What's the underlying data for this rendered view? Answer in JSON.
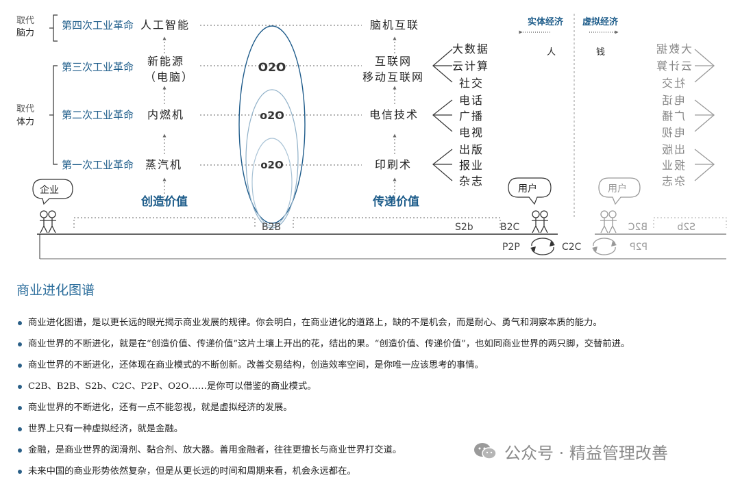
{
  "labels": {
    "brain": [
      "取代",
      "脑力"
    ],
    "physical": [
      "取代",
      "体力"
    ],
    "rev4": "第四次工业革命",
    "rev3": "第三次工业革命",
    "rev2": "第二次工业革命",
    "rev1": "第一次工业革命",
    "tech4": "人工智能",
    "tech3a": "新能源",
    "tech3b": "（电脑）",
    "tech2": "内燃机",
    "tech1": "蒸汽机",
    "comm4": "脑机互联",
    "comm3a": "互联网",
    "comm3b": "移动互联网",
    "comm2": "电信技术",
    "comm1": "印刷术",
    "media3": [
      "大数据",
      "云计算",
      "社交"
    ],
    "media2": [
      "电话",
      "广播",
      "电视"
    ],
    "media1": [
      "出版",
      "报业",
      "杂志"
    ],
    "o2o_big": "O2O",
    "o2o_mid": "o2O",
    "o2o_small": "o2O",
    "create_value": "创造价值",
    "deliver_value": "传递价值",
    "enterprise": "企业",
    "user": "用户",
    "user_mirror": "用户",
    "b2b": "B2B",
    "s2b": "S2b",
    "b2c": "B2C",
    "p2p": "P2P",
    "c2c": "C2C",
    "real_economy": "实体经济",
    "virtual_economy": "虚拟经济",
    "person": "人",
    "money": "钱",
    "b2c_mirror": "B2C",
    "s2b_mirror": "S2b",
    "p2p_mirror": "P2P"
  },
  "colors": {
    "accent": "#1d5c8a",
    "bullet": "#2a5f87"
  },
  "section_title": "商业进化图谱",
  "bullets": [
    "商业进化图谱，是以更长远的眼光揭示商业发展的规律。你会明白，在商业进化的道路上，缺的不是机会，而是耐心、勇气和洞察本质的能力。",
    "商业世界的不断进化，就是在“创造价值、传递价值”这片土壤上开出的花，结出的果。“创造价值、传递价值”，也如同商业世界的两只脚，交替前进。",
    "商业世界的不断进化，还体现在商业模式的不断创新。改善交易结构，创造效率空间，是你唯一应该思考的事情。",
    "C2B、B2B、S2b、C2C、P2P、O2O……是你可以借鉴的商业模式。",
    "商业世界的不断进化，还有一点不能忽视，就是虚拟经济的发展。",
    "世界上只有一种虚拟经济，就是金融。",
    "金融，是商业世界的润滑剂、黏合剂、放大器。善用金融者，往往更擅长与商业世界打交道。",
    "未来中国的商业形势依然复杂，但是从更长远的时间和周期来看，机会永远都在。"
  ],
  "watermark": "公众号 · 精益管理改善"
}
